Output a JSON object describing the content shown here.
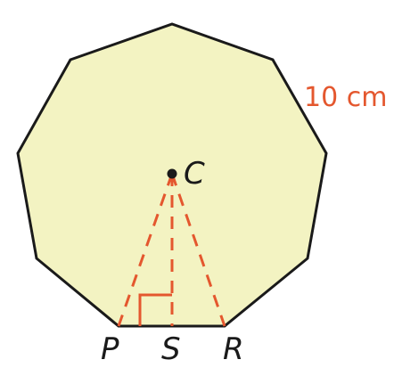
{
  "labels": {
    "center": "C",
    "point_p": "P",
    "point_s": "S",
    "point_r": "R",
    "side_length": "10 cm"
  },
  "colors": {
    "fill": "#f3f3c2",
    "stroke": "#1a1a1a",
    "accent": "#e4572e"
  }
}
